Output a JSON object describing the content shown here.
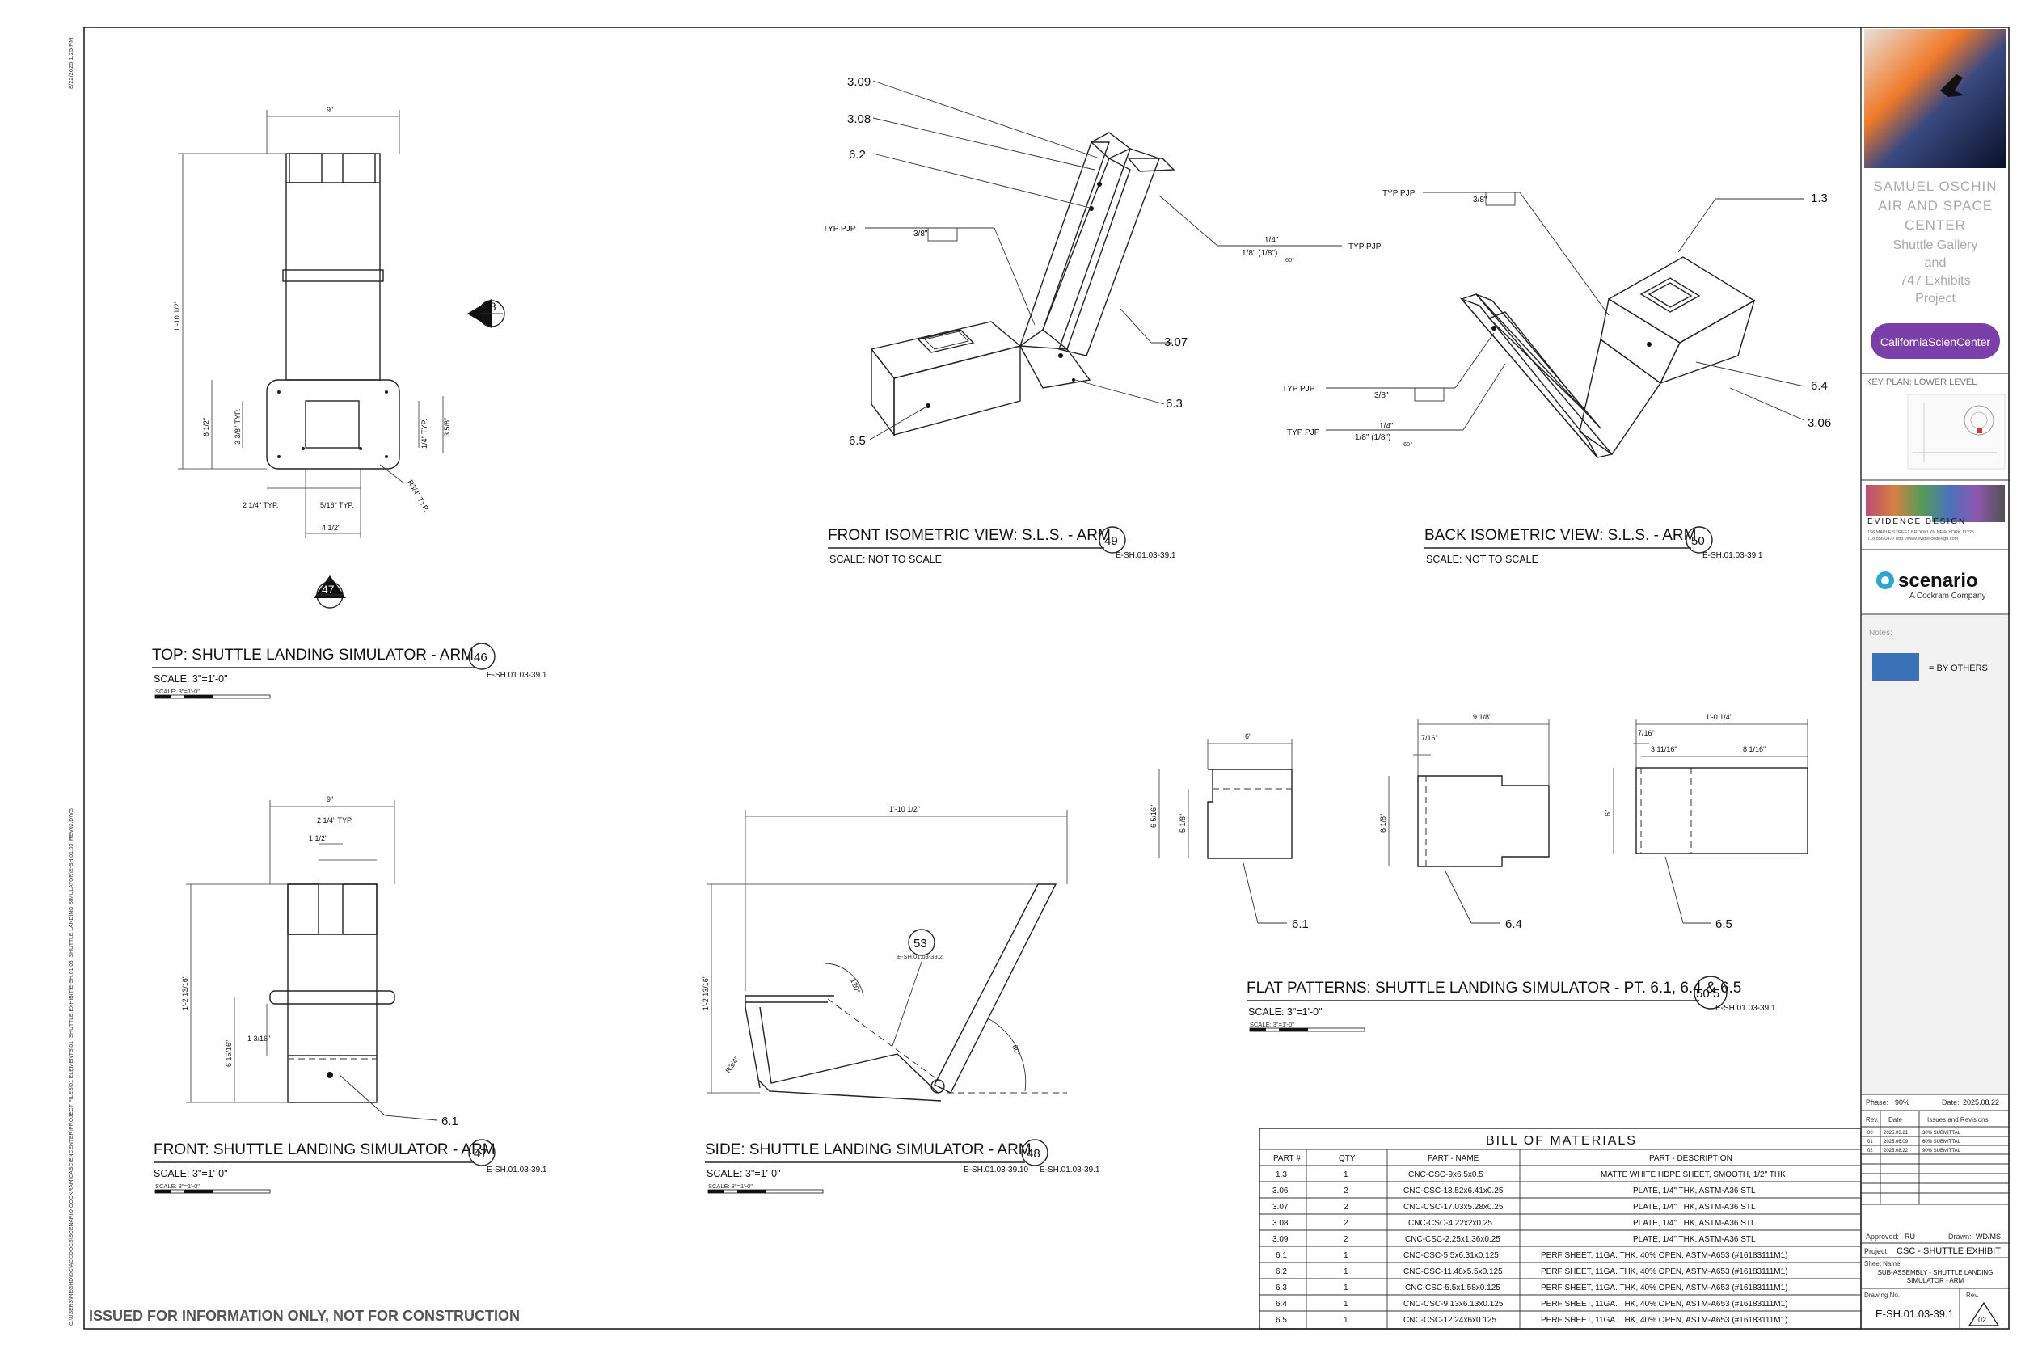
{
  "side_text": {
    "timestamp": "8/22/2025 1:25 PM",
    "file_path": "C:\\USERS\\MEGHD\\DC\\ACCDOCS\\SCENARIO COCKRAM\\CASCIENCENTER\\PROJECT FILES\\01 ELEMENTS\\01_SHUTTLE EXHIBIT\\E-SH.01.03_SHUTTLE LANDING SIMULATOR\\E-SH.01.03_REV02.DWG"
  },
  "disclaimer": "ISSUED FOR INFORMATION ONLY, NOT FOR CONSTRUCTION",
  "callouts": {
    "c47": "47",
    "c48": "48"
  },
  "views": {
    "top": {
      "title": "TOP: SHUTTLE LANDING SIMULATOR - ARM",
      "number": "46",
      "sheet_ref": "E-SH.01.03-39.1",
      "scale": "SCALE:   3\"=1'-0\"",
      "scale_bar": "SCALE: 3\"=1'-0\"",
      "dims": [
        "9\"",
        "1'-10 1/2\"",
        "6 1/2\"",
        "3 3/8\" TYP.",
        "1/4\" TYP.",
        "3 5/8\"",
        "2 1/4\" TYP.",
        "5/16\" TYP.",
        "4 1/2\"",
        "R3/4\" TYP."
      ]
    },
    "front_iso": {
      "title": "FRONT ISOMETRIC VIEW: S.L.S. - ARM",
      "number": "49",
      "sheet_ref": "E-SH.01.03-39.1",
      "scale": "SCALE:   NOT TO SCALE",
      "labels": [
        "3.09",
        "3.08",
        "6.2",
        "3.07",
        "6.3",
        "6.5"
      ],
      "weld": [
        "TYP PJP",
        "3/8\"",
        "1/4\"",
        "1/8\" (1/8\")",
        "60°",
        "TYP PJP"
      ]
    },
    "back_iso": {
      "title": "BACK ISOMETRIC VIEW: S.L.S. - ARM",
      "number": "50",
      "sheet_ref": "E-SH.01.03-39.1",
      "scale": "SCALE:   NOT TO SCALE",
      "labels": [
        "1.3",
        "6.4",
        "3.06"
      ],
      "weld": [
        "TYP PJP",
        "3/8\"",
        "TYP PJP",
        "3/8\"",
        "TYP PJP",
        "1/4\"",
        "1/8\" (1/8\")",
        "60°"
      ]
    },
    "front": {
      "title": "FRONT: SHUTTLE LANDING SIMULATOR - ARM",
      "number": "47",
      "sheet_ref": "E-SH.01.03-39.1",
      "scale": "SCALE:   3\"=1'-0\"",
      "scale_bar": "SCALE: 3\"=1'-0\"",
      "label": "6.1",
      "dims": [
        "9\"",
        "2 1/4\" TYP.",
        "1 1/2\"",
        "1'-2 13/16\"",
        "6 15/16\"",
        "1 3/16\""
      ]
    },
    "side": {
      "title": "SIDE: SHUTTLE LANDING SIMULATOR - ARM",
      "number": "48",
      "sheet_ref": "E-SH.01.03-39.1",
      "sheet_ref_2": "E-SH.01.03-39.10",
      "scale": "SCALE:   3\"=1'-0\"",
      "scale_bar": "SCALE: 3\"=1'-0\"",
      "detail_number": "53",
      "detail_ref": "E-SH.01.03-39.2",
      "dims": [
        "1'-10 1/2\"",
        "1'-2 13/16\"",
        "120°",
        "60°",
        "R3/4\""
      ]
    },
    "flat": {
      "title": "FLAT PATTERNS: SHUTTLE LANDING SIMULATOR - PT. 6.1, 6.4 & 6.5",
      "number": "50.5",
      "sheet_ref": "E-SH.01.03-39.1",
      "scale": "SCALE:   3\"=1'-0\"",
      "scale_bar": "SCALE: 3\"=1'-0\"",
      "labels": [
        "6.1",
        "6.4",
        "6.5"
      ],
      "dims_61": [
        "6\"",
        "6 5/16\"",
        "5 1/8\""
      ],
      "dims_64": [
        "9 1/8\"",
        "7/16\"",
        "6 1/8\""
      ],
      "dims_65": [
        "1'-0 1/4\"",
        "7/16\"",
        "3 11/16\"",
        "8 1/16\"",
        "6\""
      ]
    }
  },
  "bom": {
    "title": "BILL OF MATERIALS",
    "headers": [
      "PART #",
      "QTY",
      "PART - NAME",
      "PART - DESCRIPTION"
    ],
    "rows": [
      [
        "1.3",
        "1",
        "CNC-CSC-9x6.5x0.5",
        "MATTE WHITE HDPE SHEET, SMOOTH, 1/2\" THK"
      ],
      [
        "3.06",
        "2",
        "CNC-CSC-13.52x6.41x0.25",
        "PLATE, 1/4\" THK, ASTM-A36 STL"
      ],
      [
        "3.07",
        "2",
        "CNC-CSC-17.03x5.28x0.25",
        "PLATE, 1/4\" THK, ASTM-A36 STL"
      ],
      [
        "3.08",
        "2",
        "CNC-CSC-4.22x2x0.25",
        "PLATE, 1/4\" THK, ASTM-A36 STL"
      ],
      [
        "3.09",
        "2",
        "CNC-CSC-2.25x1.36x0.25",
        "PLATE, 1/4\" THK, ASTM-A36 STL"
      ],
      [
        "6.1",
        "1",
        "CNC-CSC-5.5x6.31x0.125",
        "PERF SHEET, 11GA. THK, 40% OPEN, ASTM-A653 (#16183111M1)"
      ],
      [
        "6.2",
        "1",
        "CNC-CSC-11.48x5.5x0.125",
        "PERF SHEET, 11GA. THK, 40% OPEN, ASTM-A653 (#16183111M1)"
      ],
      [
        "6.3",
        "1",
        "CNC-CSC-5.5x1.58x0.125",
        "PERF SHEET, 11GA. THK, 40% OPEN, ASTM-A653 (#16183111M1)"
      ],
      [
        "6.4",
        "1",
        "CNC-CSC-9.13x6.13x0.125",
        "PERF SHEET, 11GA. THK, 40% OPEN, ASTM-A653 (#16183111M1)"
      ],
      [
        "6.5",
        "1",
        "CNC-CSC-12.24x6x0.125",
        "PERF SHEET, 11GA. THK, 40% OPEN, ASTM-A653 (#16183111M1)"
      ]
    ]
  },
  "title_block": {
    "project_lines": [
      "SAMUEL OSCHIN",
      "AIR AND SPACE",
      "CENTER"
    ],
    "sub_lines": [
      "Shuttle Gallery",
      "and",
      "747 Exhibits",
      "Project"
    ],
    "csc_logo": "CaliforniaScienCenter",
    "key_plan": "KEY PLAN: LOWER LEVEL",
    "evidence": "EVIDENCE DESIGN",
    "evidence_addr": "156 MAPLE STREET  BROOKLYN NEW YORK 11225",
    "evidence_contact": "718.856.0477   http://www.evidencedesign.com",
    "scenario": "scenario",
    "scenario_sub": "A Cockram Company",
    "notes_label": "Notes:",
    "legend_text": "= BY OTHERS",
    "legend_color": "#3a72b8",
    "phase_label": "Phase:",
    "phase_value": "90%",
    "date_label": "Date:",
    "date_value": "2025.08.22",
    "rev_headers": [
      "Rev.",
      "Date",
      "Issues and Revisions"
    ],
    "revisions": [
      [
        "00",
        "2025.03.21",
        "30% SUBMITTAL"
      ],
      [
        "01",
        "2025.06.09",
        "60% SUBMITTAL"
      ],
      [
        "02",
        "2025.08.22",
        "90% SUBMITTAL"
      ]
    ],
    "approved_label": "Approved:",
    "approved_value": "RU",
    "drawn_label": "Drawn:",
    "drawn_value": "WD/MS",
    "project_label": "Project:",
    "project_value": "CSC - SHUTTLE EXHIBIT",
    "sheet_name_label": "Sheet Name:",
    "sheet_name_lines": [
      "SUB-ASSEMBLY - SHUTTLE LANDING",
      "SIMULATOR - ARM"
    ],
    "drawing_no_label": "Drawing No.",
    "drawing_no": "E-SH.01.03-39.1",
    "rev_label": "Rev.",
    "rev_value": "02"
  }
}
